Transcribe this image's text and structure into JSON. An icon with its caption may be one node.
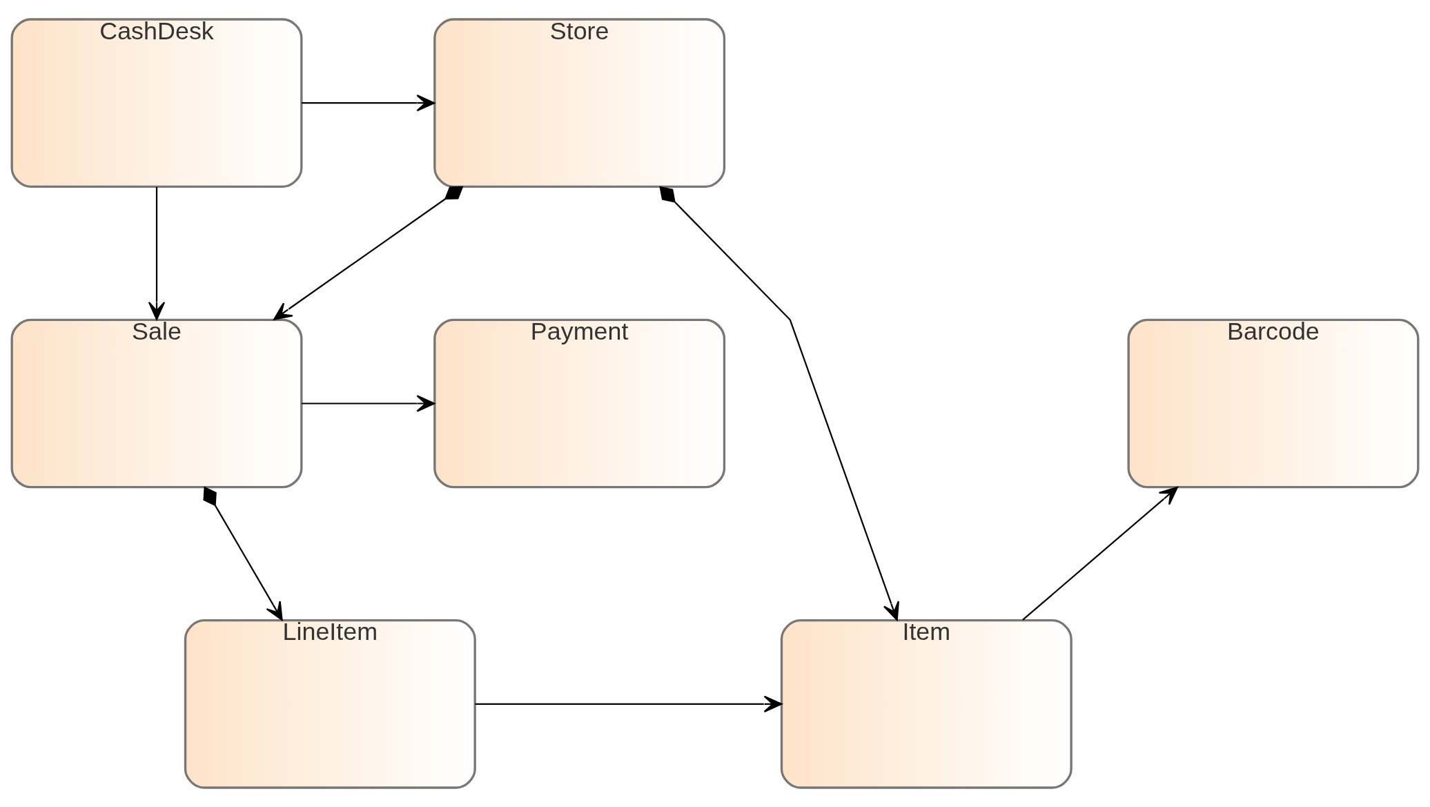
{
  "diagram": {
    "nodes": [
      {
        "text": [
          "CashDesk"
        ]
      },
      {
        "text": [
          "Store"
        ]
      },
      {
        "text": [
          "Payment"
        ]
      },
      {
        "text": [
          "Sale"
        ]
      },
      {
        "text": [
          "Barcode"
        ]
      },
      {
        "text": [
          "LineItem"
        ]
      },
      {
        "text": [
          "Item"
        ]
      }
    ],
    "edges": [
      {
        "from": 0,
        "to": 1,
        "arrow": "to"
      },
      {
        "from": 0,
        "to": 3,
        "arrow": "to"
      },
      {
        "from": 1,
        "to": 3,
        "arrow": "to"
      },
      {
        "from": 1,
        "to": 6,
        "arrow": "to"
      },
      {
        "from": 3,
        "to": 2,
        "arrow": "to"
      },
      {
        "from": 3,
        "to": 5,
        "arrow": "to"
      },
      {
        "from": 5,
        "to": 6,
        "arrow": "to"
      },
      {
        "from": 6,
        "to": 4,
        "arrow": "to"
      }
    ]
  }
}
